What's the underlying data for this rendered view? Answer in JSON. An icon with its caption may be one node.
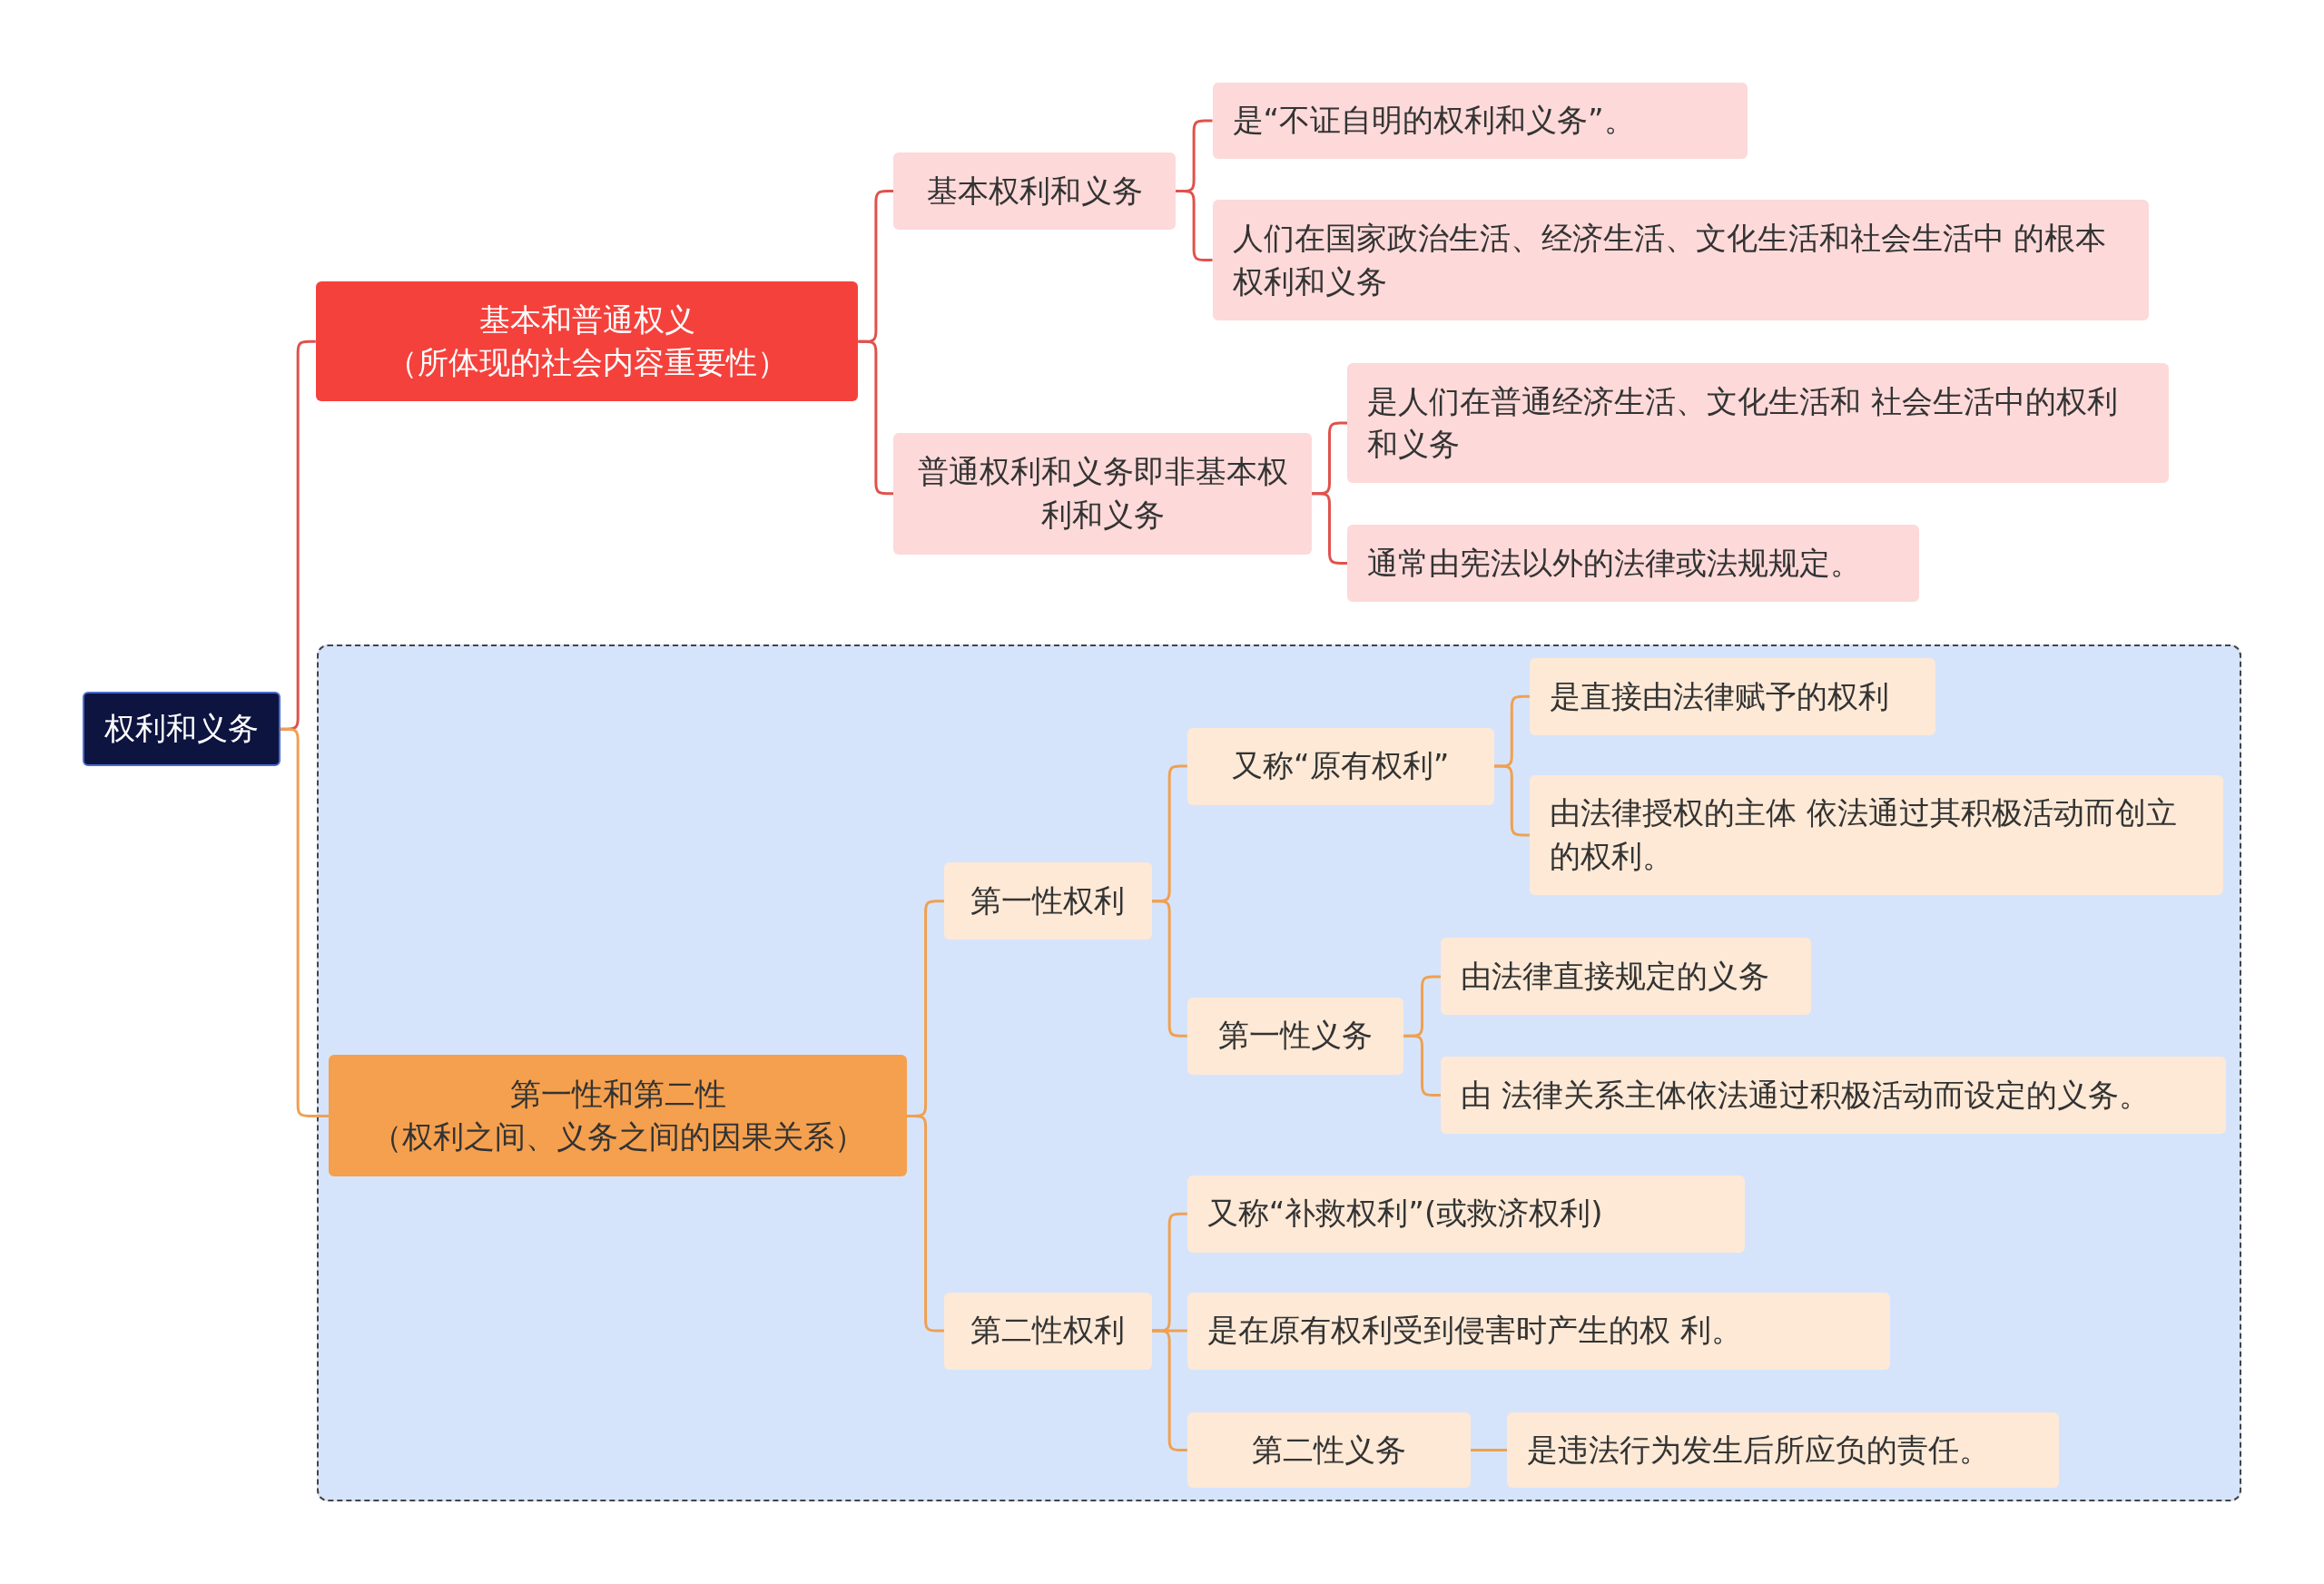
{
  "diagram": {
    "nodes": [
      {
        "text": [
          "权利和义务"
        ]
      },
      {
        "text": [
          "基本和普通权义",
          "（所体现的社会内容重要性）"
        ]
      },
      {
        "text": [
          "基本权利和义务"
        ]
      },
      {
        "text": [
          "是“不证自明的权利和义务”。"
        ]
      },
      {
        "text": [
          "人们在国家政治生活、经济生活、文化生活和社会生活中 的根本权利和义务"
        ]
      },
      {
        "text": [
          "普通权利和义务即非基本权利和义务"
        ]
      },
      {
        "text": [
          "是人们在普通经济生活、文化生活和 社会生活中的权利和义务"
        ]
      },
      {
        "text": [
          "通常由宪法以外的法律或法规规定。"
        ]
      },
      {
        "text": [],
        "shape": "box"
      },
      {
        "text": [
          "第一性和第二性",
          "（权利之间、义务之间的因果关系）"
        ],
        "in": 8
      },
      {
        "text": [
          "第一性权利"
        ],
        "in": 8
      },
      {
        "text": [
          "又称“原有权利”"
        ],
        "in": 8
      },
      {
        "text": [
          "是直接由法律赋予的权利"
        ],
        "in": 8
      },
      {
        "text": [
          "由法律授权的主体 依法通过其积极活动而创立的权利。"
        ],
        "in": 8
      },
      {
        "text": [
          "第一性义务"
        ],
        "in": 8
      },
      {
        "text": [
          "由法律直接规定的义务"
        ],
        "in": 8
      },
      {
        "text": [
          "由 法律关系主体依法通过积极活动而设定的义务。"
        ],
        "in": 8
      },
      {
        "text": [
          "第二性权利"
        ],
        "in": 8
      },
      {
        "text": [
          "又称“补救权利”(或救济权利)"
        ],
        "in": 8
      },
      {
        "text": [
          "是在原有权利受到侵害时产生的权 利。"
        ],
        "in": 8
      },
      {
        "text": [
          "第二性义务"
        ],
        "in": 8
      },
      {
        "text": [
          "是违法行为发生后所应负的责任。"
        ],
        "in": 8
      }
    ],
    "edges": [
      {
        "from": 0,
        "to": 1,
        "arrow": "none",
        "color": "#e0524d"
      },
      {
        "from": 1,
        "to": 2,
        "arrow": "none",
        "color": "#e0524d"
      },
      {
        "from": 2,
        "to": 3,
        "arrow": "none",
        "color": "#e0524d"
      },
      {
        "from": 2,
        "to": 4,
        "arrow": "none",
        "color": "#e0524d"
      },
      {
        "from": 1,
        "to": 5,
        "arrow": "none",
        "color": "#e0524d"
      },
      {
        "from": 5,
        "to": 6,
        "arrow": "none",
        "color": "#e0524d"
      },
      {
        "from": 5,
        "to": 7,
        "arrow": "none",
        "color": "#e0524d"
      },
      {
        "from": 0,
        "to": 9,
        "arrow": "none"
      },
      {
        "from": 9,
        "to": 10,
        "arrow": "none"
      },
      {
        "from": 10,
        "to": 11,
        "arrow": "none"
      },
      {
        "from": 11,
        "to": 12,
        "arrow": "none"
      },
      {
        "from": 11,
        "to": 13,
        "arrow": "none"
      },
      {
        "from": 10,
        "to": 14,
        "arrow": "none"
      },
      {
        "from": 14,
        "to": 15,
        "arrow": "none"
      },
      {
        "from": 14,
        "to": 16,
        "arrow": "none"
      },
      {
        "from": 9,
        "to": 17,
        "arrow": "none"
      },
      {
        "from": 17,
        "to": 18,
        "arrow": "none"
      },
      {
        "from": 17,
        "to": 19,
        "arrow": "none"
      },
      {
        "from": 17,
        "to": 20,
        "arrow": "none"
      },
      {
        "from": 20,
        "to": 21,
        "arrow": "none"
      }
    ]
  }
}
